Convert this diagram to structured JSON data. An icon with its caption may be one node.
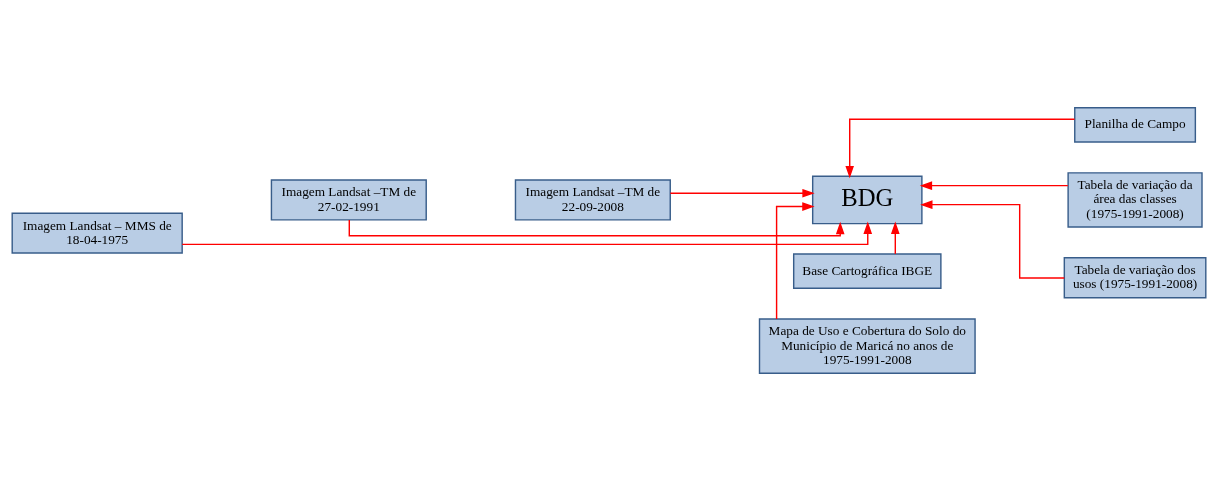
{
  "diagram": {
    "nodes": [
      {
        "text": [
          "Imagem Landsat – MMS de 18-04-1975"
        ]
      },
      {
        "text": [
          "Base Cartográfica IBGE"
        ]
      },
      {
        "text": [
          "Planilha de Campo"
        ]
      },
      {
        "text": [
          "Imagem Landsat –TM de 27-02-1991"
        ]
      },
      {
        "text": [
          "BDG"
        ]
      },
      {
        "text": [
          "Tabela de variação da área das classes (1975-1991-2008)"
        ]
      },
      {
        "text": [
          "Imagem Landsat –TM de 22-09-2008"
        ]
      },
      {
        "text": [
          "Tabela de variação dos usos (1975-1991-2008)"
        ]
      },
      {
        "text": [
          "Mapa de Uso e Cobertura do Solo do Município de Maricá no anos de 1975-1991-2008"
        ]
      }
    ],
    "edges": [
      {
        "from": 0,
        "to": 4,
        "arrow": "to"
      },
      {
        "from": 3,
        "to": 4,
        "arrow": "to"
      },
      {
        "from": 6,
        "to": 4,
        "arrow": "to"
      },
      {
        "from": 1,
        "to": 4,
        "arrow": "to"
      },
      {
        "from": 2,
        "to": 4,
        "arrow": "to"
      },
      {
        "from": 5,
        "to": 4,
        "arrow": "to"
      },
      {
        "from": 7,
        "to": 4,
        "arrow": "to"
      },
      {
        "from": 8,
        "to": 4,
        "arrow": "to"
      }
    ]
  }
}
